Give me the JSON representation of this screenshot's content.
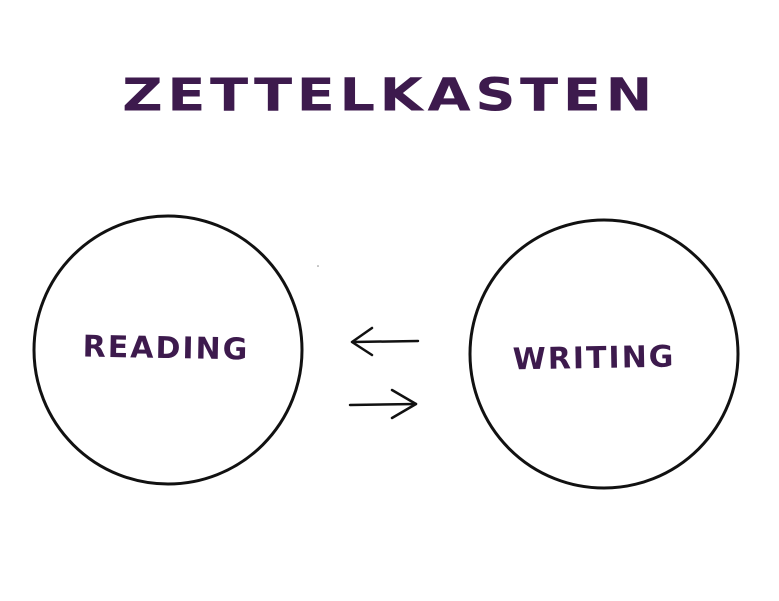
{
  "title": "ZETTELKASTEN",
  "nodes": {
    "reading": {
      "label": "READING"
    },
    "writing": {
      "label": "WRITING"
    }
  },
  "colors": {
    "ink": "#3d1a4d",
    "outline": "#111111",
    "background": "#ffffff"
  },
  "icons": {
    "arrow_left": "arrow-left-icon",
    "arrow_right": "arrow-right-icon"
  }
}
